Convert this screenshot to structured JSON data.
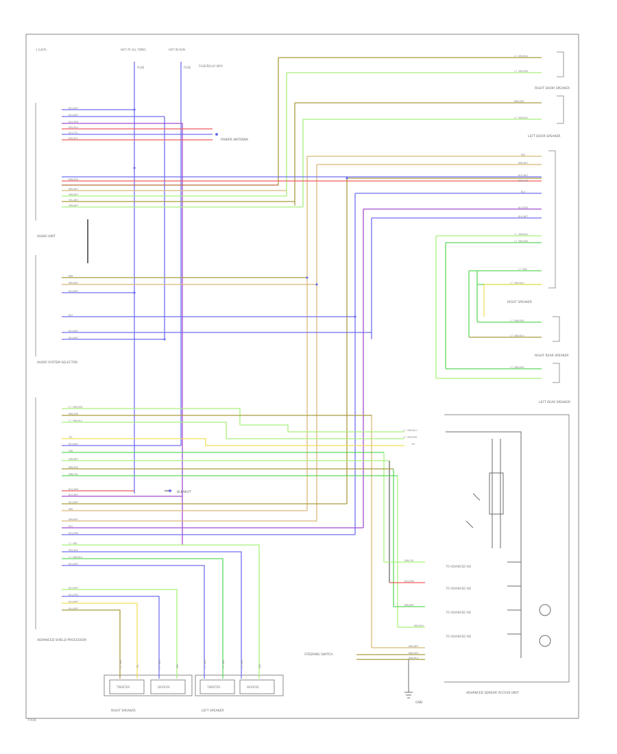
{
  "page": {
    "header_note": "1 (LE(P)",
    "footer_note": "T7036"
  },
  "colors": {
    "blue": "#6e6ef0",
    "violet": "#a24bd0",
    "red": "#f25a5a",
    "lightgreen": "#a8f07a",
    "green": "#5ad85a",
    "olive": "#a89a3c",
    "tan": "#d8b878",
    "brownred": "#b86a3a",
    "yellow": "#f0e05a",
    "gray": "#9a9a9a",
    "darkgray": "#6a6a6a"
  },
  "top_labels": {
    "hot_all": "HOT AT ALL TIMES",
    "hot_run": "HOT IN RUN",
    "fuse_a": "FUSE",
    "fuse_b": "FUSE",
    "note_right": "FUSE/RELAY INFO"
  },
  "components": {
    "audio_unit": "AUDIO UNIT",
    "antenna_note": "POWER ANTENNA",
    "interface_unit": "AUDIO SYSTEM SELECTOR",
    "bottom_left_unit": "ADVANCED SHIELD PROCESSOR",
    "left_speaker": "LEFT SPEAKER",
    "right_speaker": "RIGHT SPEAKER",
    "right_front_sensor": "RIGHT DOOR SPEAKER",
    "left_front_sensor": "LEFT DOOR SPEAKER",
    "tweeter_a": "TWEETER",
    "tweeter_b": "WOOFER",
    "right_rear": "RIGHT REAR SPEAKER",
    "left_rear": "LEFT REAR SPEAKER",
    "mid_label": "RIGHT SPEAKER",
    "lower_box_title": "ADVANCED SENSOR ACCESS UNIT",
    "ground": "GND",
    "control_note": "STEERING SWITCH",
    "inline_note": "BLK/WHT"
  },
  "wire_labels": {
    "left_top": [
      "BLU/WHT",
      "BLU/WHT",
      "BLU/RED",
      "RED/BLU",
      "BLU/YEL",
      "RED/BLU"
    ],
    "left_mid": [
      "BRN/RED",
      "BRN/WHT",
      "GRN/WHT",
      "YEL/WHT",
      "GRN/WHT"
    ],
    "left_sel": [
      "BRN",
      "BRN/WHT",
      "BLU/WHT",
      "BLU",
      "BLU/WHT",
      "BLU/WHT"
    ],
    "left_low": [
      "LT GRN/RED",
      "BRN/RED",
      "LT GRN/BLU",
      "YEL",
      "BLU/WHT",
      "GRN",
      "GRN/WHT",
      "BRN/RED",
      "GRN/YEL",
      "BLU/RED",
      "BLU/WHT",
      "BLU/WHT",
      "BRN",
      "BRN/WHT",
      "BLU",
      "BLU/RED",
      "LT GRN",
      "RED/BLU",
      "LT GRN/BLU",
      "BLU/WHT"
    ],
    "left_bottom": [
      "BLU/WHT",
      "BLU/RED",
      "BLU/WHT",
      "BLU/WHT"
    ],
    "right_top": [
      "LT GRN/BLK",
      "LT GRN/RED",
      "BRN/RED",
      "LT GRN/BLK"
    ],
    "right_mid": [
      "RED",
      "BRN/WHT",
      "BLU/WHT",
      "BRN/RED",
      "BLU",
      "BLU/RED",
      "BLU/WHT"
    ],
    "right_low": [
      "LT GRN/BLK",
      "LT GRN/RED",
      "LT GRN",
      "LT GRN/BLK",
      "LT GRN/RED",
      "LT GRN/BLK",
      "LT GRN/RED"
    ],
    "lower_right": [
      "LT GRN/BLU",
      "LT GRN/RED",
      "YEL",
      "GRN/YEL",
      "BLU/RED",
      "BRN/WHT",
      "RED/BLK",
      "BRN/WHT",
      "BRN/RED",
      "BRN/BLU"
    ],
    "speaker_pins": [
      "LT GRN",
      "YEL",
      "LT GRN",
      "GRN",
      "LT GRN",
      "LT GRN",
      "LT GRN",
      "GRN"
    ]
  },
  "switch_labels": [
    "TO ADVANCED SW",
    "TO ADVANCED SW",
    "TO ADVANCED SW",
    "TO ADVANCED SW"
  ]
}
